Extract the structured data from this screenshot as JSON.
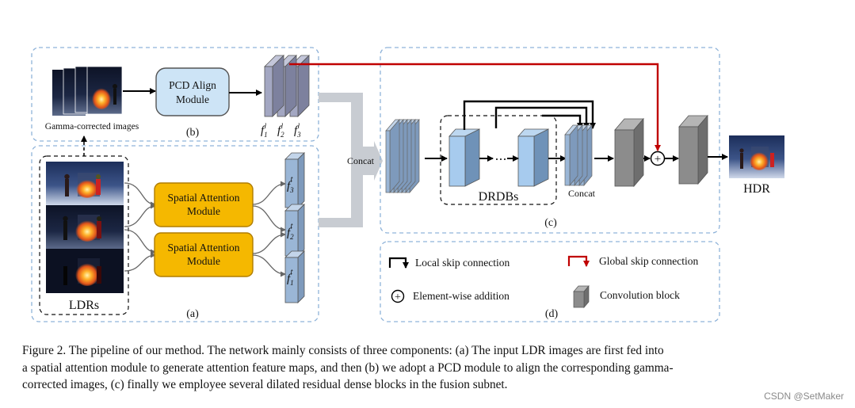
{
  "diagram": {
    "labels": {
      "pcd_module_line1": "PCD Align",
      "pcd_module_line2": "Module",
      "gamma_images": "Gamma-corrected images",
      "panel_b": "(b)",
      "panel_a": "(a)",
      "panel_c": "(c)",
      "panel_d": "(d)",
      "spatial_attention_line1": "Spatial Attention",
      "spatial_attention_line2": "Module",
      "ldrs": "LDRs",
      "concat_main": "Concat",
      "concat_inner": "Concat",
      "drdbs": "DRDBs",
      "hdr": "HDR",
      "f_sym": "f",
      "sup_l": "l",
      "sup_t": "t",
      "sub1": "1",
      "sub2": "2",
      "sub3": "3",
      "plus_sign": "+"
    },
    "legend": {
      "local_skip": "Local skip connection",
      "global_skip": "Global skip connection",
      "elementwise_add": "Element-wise addition",
      "conv_block": "Convolution block"
    },
    "colors": {
      "dashed_border": "#8fb3d9",
      "pcd_fill": "#cde4f6",
      "sa_fill": "#f5b800",
      "sa_border": "#b07d00",
      "feature_blue": "#9ab6d6",
      "feature_purple": "#a3a7c2",
      "global_skip": "#c00000",
      "concat_arrow": "#c8ccd2",
      "conv_gray": "#8c8c8c"
    }
  },
  "caption": {
    "line1": "Figure 2. The pipeline of our method.  The network mainly consists of three components: (a) The input LDR images are first fed into",
    "line2": "a spatial attention module to generate attention feature maps, and then (b) we adopt a PCD module to align the corresponding gamma-",
    "line3": "corrected images, (c) finally we employee several dilated residual dense blocks in the fusion subnet."
  },
  "watermark": "CSDN @SetMaker"
}
